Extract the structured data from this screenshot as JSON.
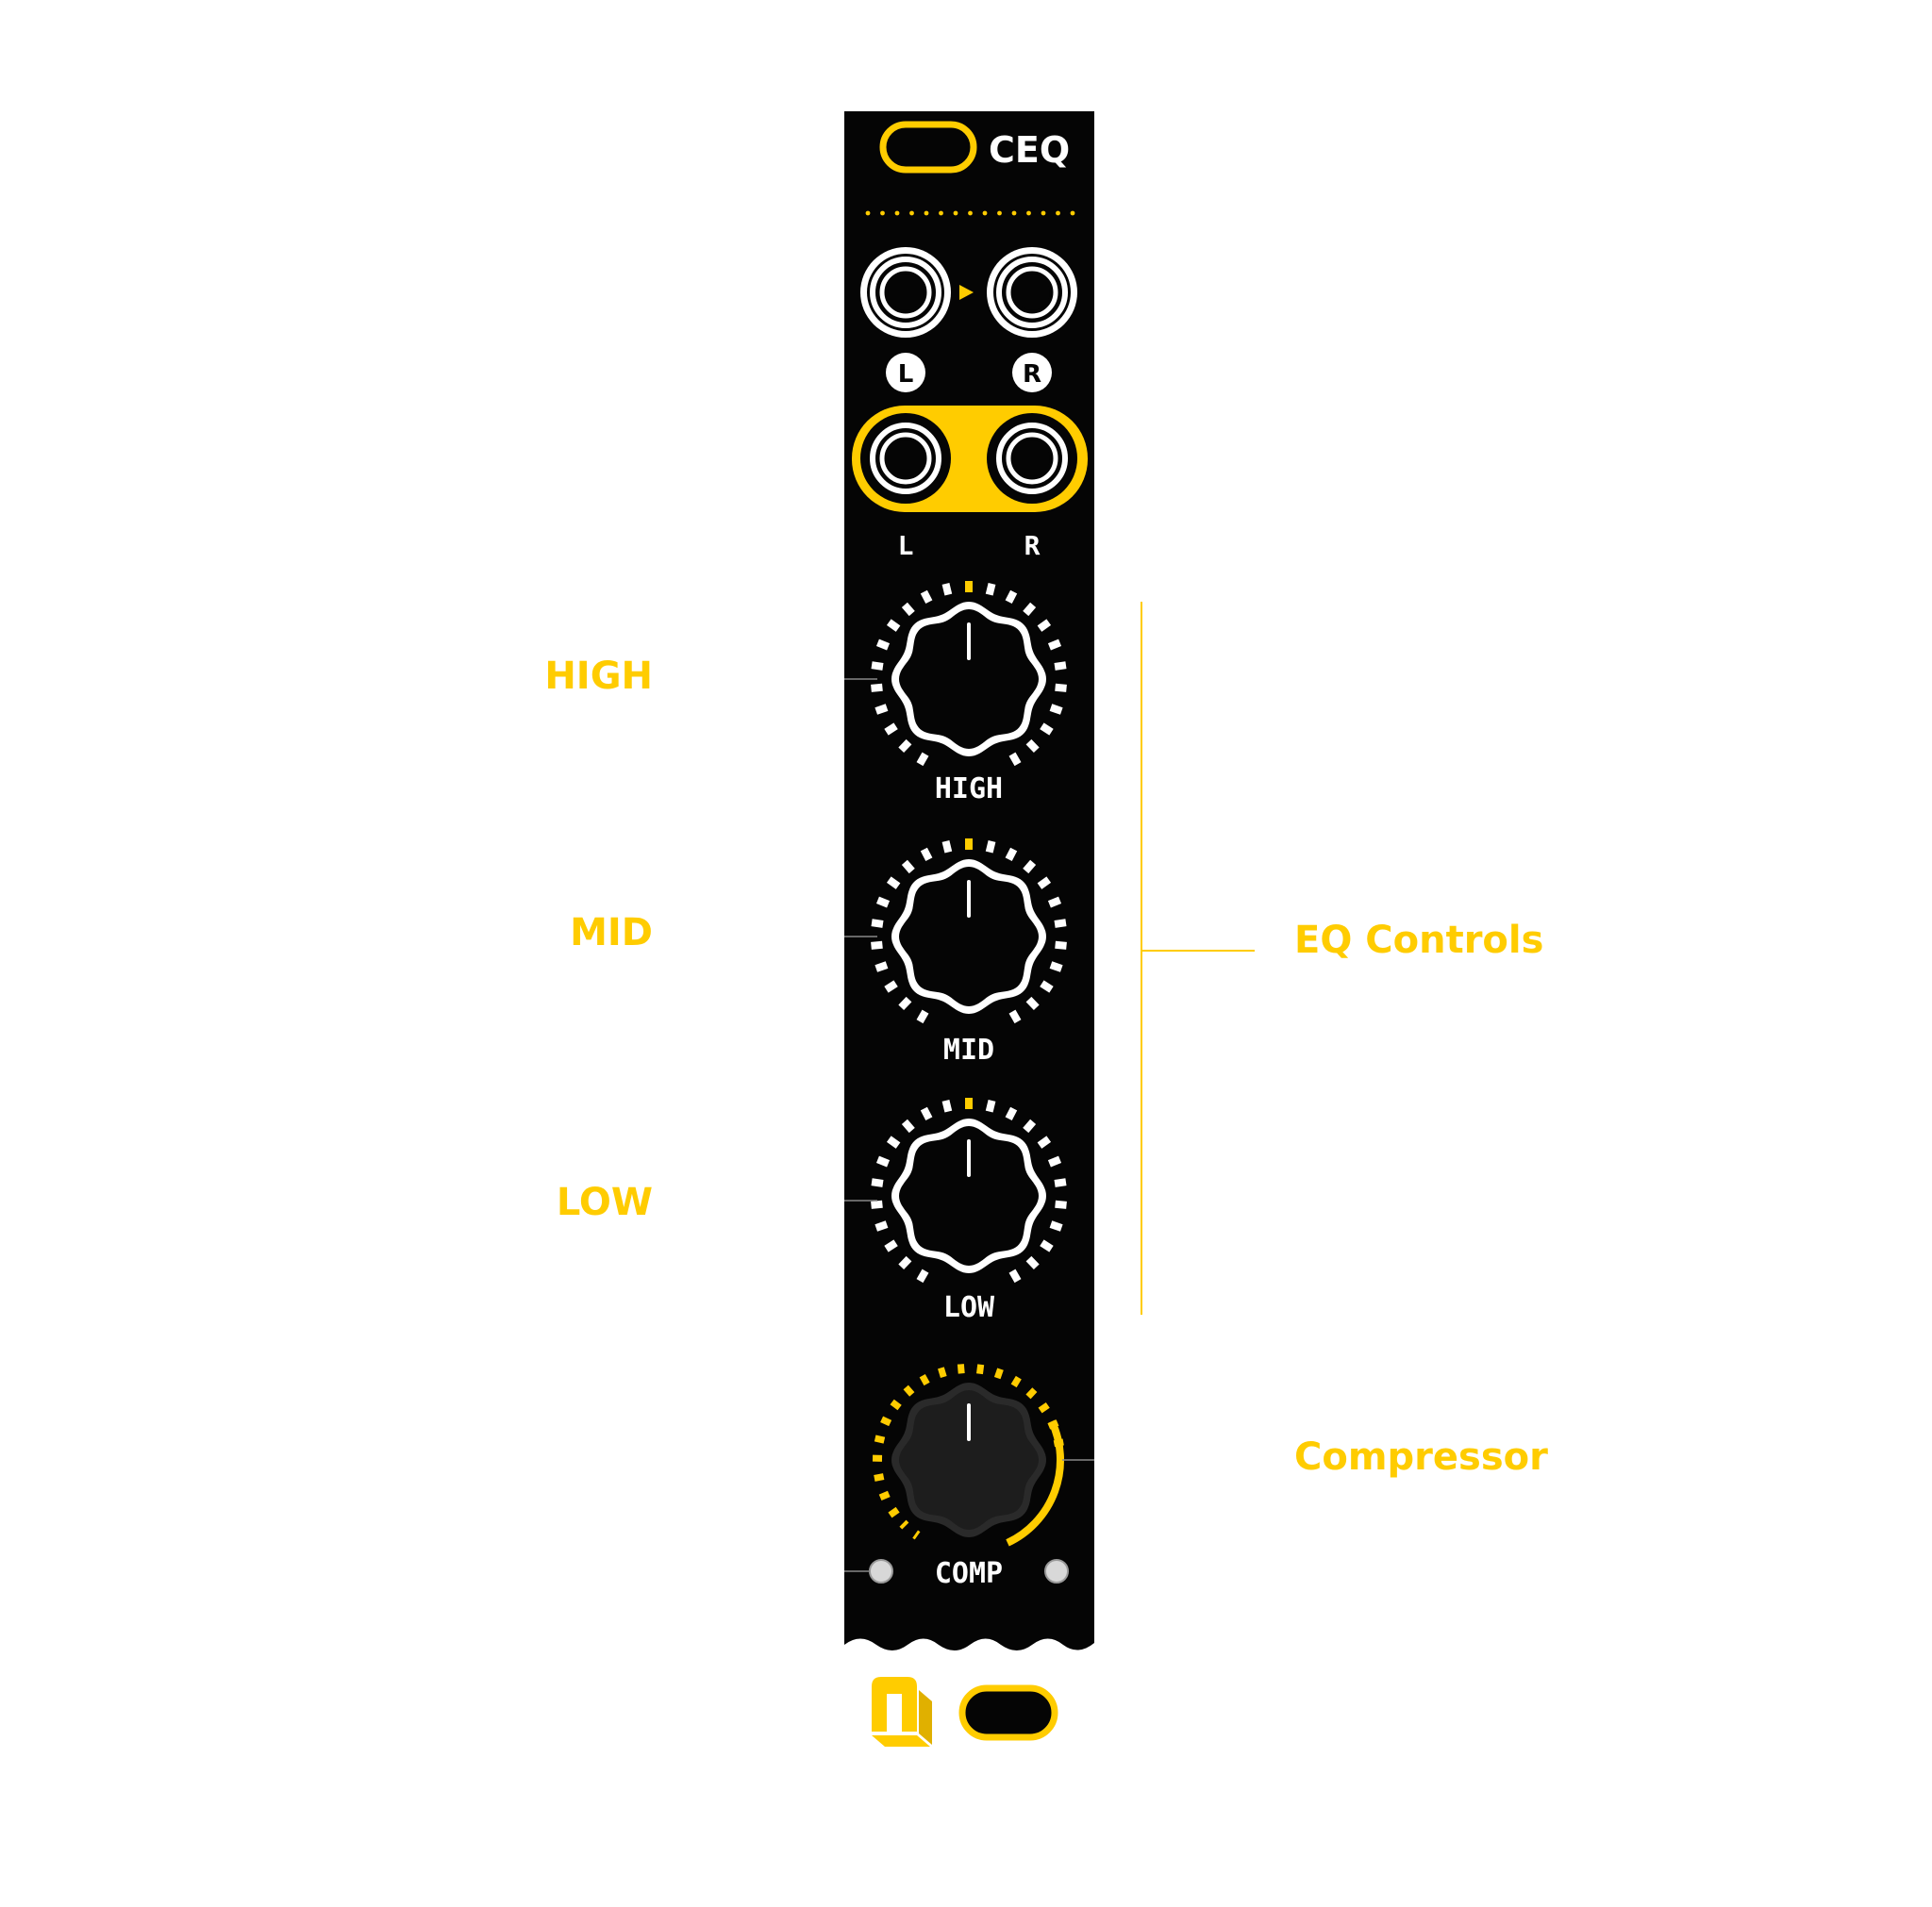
{
  "module": {
    "name": "CEQ",
    "inputs": [
      "L",
      "R"
    ],
    "outputs": [
      "L",
      "R"
    ],
    "knobs": [
      "HIGH",
      "MID",
      "LOW"
    ],
    "comp_knob": "COMP"
  },
  "annotations": {
    "high": "HIGH",
    "mid": "MID",
    "low": "LOW",
    "eq_controls": "EQ Controls",
    "compressor": "Compressor"
  },
  "colors": {
    "accent": "#ffcc00",
    "panel": "#050505",
    "text": "#ffffff"
  }
}
